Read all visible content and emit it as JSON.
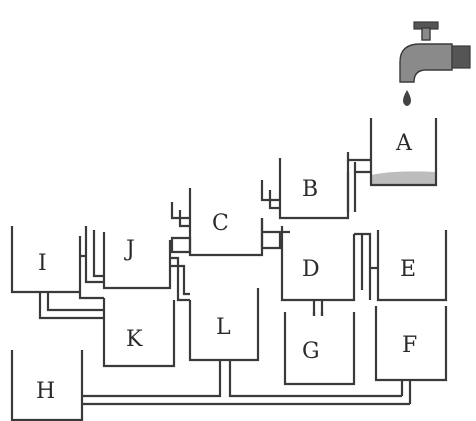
{
  "labels": {
    "A": "A",
    "B": "B",
    "C": "C",
    "D": "D",
    "E": "E",
    "F": "F",
    "G": "G",
    "H": "H",
    "I": "I",
    "J": "J",
    "K": "K",
    "L": "L"
  },
  "icons": {
    "faucet": "faucet-icon",
    "droplet": "water-drop-icon"
  },
  "colors": {
    "water": "#bdbdbd",
    "outline": "#3a3a3a"
  }
}
